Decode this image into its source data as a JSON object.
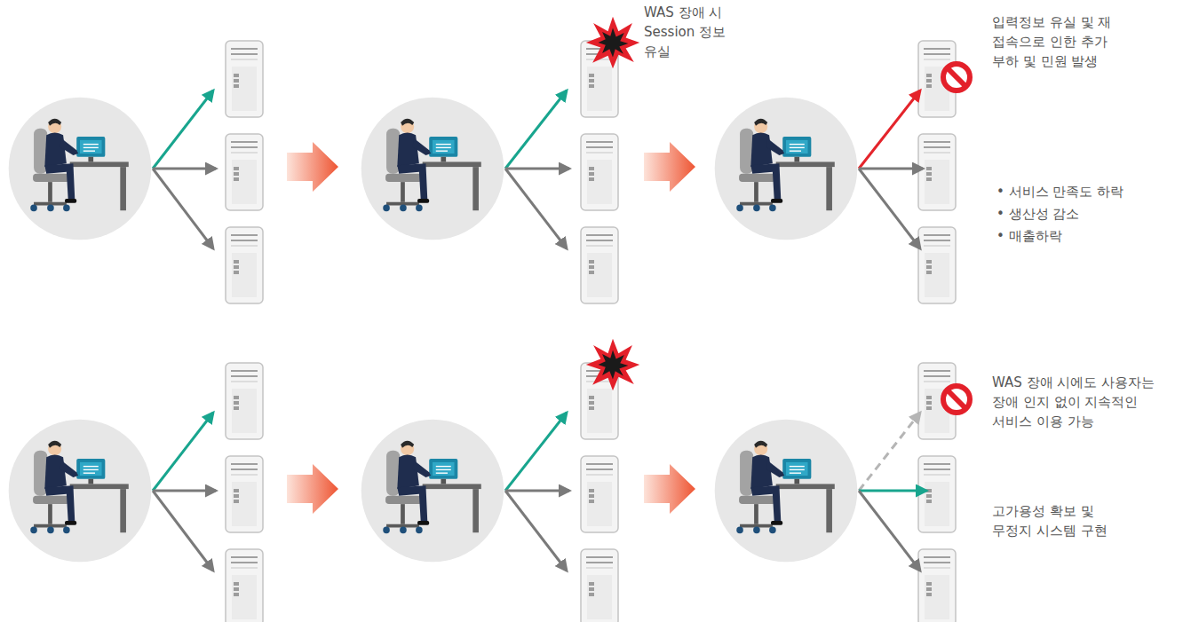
{
  "diagram": {
    "labels": [
      "WAS 장애 시 Session 정보 유실",
      "입력정보 유실 및 재 접속으로 인한 추가 부하 및 민원 발생",
      "• 서비스 만족도 하락",
      "• 생산성 감소",
      "• 매출하락",
      "WAS 장애 시에도 사용자는 장애 인지 없이 지속적인 서비스 이용 가능",
      "고가용성 확보 및 무정지 시스템 구현"
    ]
  }
}
